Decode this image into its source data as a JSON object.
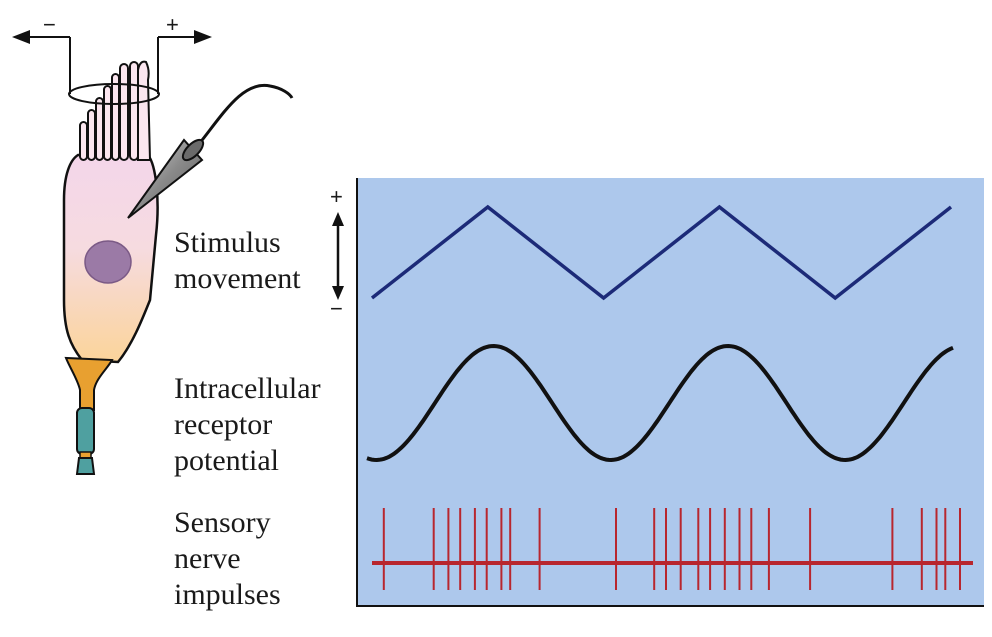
{
  "labels": {
    "stimulus": [
      "Stimulus",
      "movement"
    ],
    "receptor": [
      "Intracellular",
      "receptor",
      "potential"
    ],
    "impulses": [
      "Sensory",
      "nerve",
      "impulses"
    ]
  },
  "signs": {
    "minus": "−",
    "plus": "+"
  },
  "colors": {
    "panel_bg": "#adc8ec",
    "stimulus_trace": "#1c2a78",
    "receptor_trace": "#111111",
    "impulse_color": "#b8262e",
    "cell_body_top": "#f4d6ea",
    "cell_body_bottom": "#fbd49a",
    "nucleus": "#9b7aa6",
    "nerve_fiber": "#4fa0a0",
    "nerve_stem": "#e8a030"
  },
  "stimulus_waveform": {
    "shape": "triangle",
    "vertices": [
      [
        0,
        0
      ],
      [
        1,
        1
      ],
      [
        2,
        0
      ],
      [
        3,
        1
      ],
      [
        4,
        0
      ],
      [
        5,
        1
      ]
    ]
  },
  "receptor_waveform": {
    "shape": "sinusoid",
    "cycles": 2.5
  },
  "impulse_train": {
    "spike_times": [
      0.02,
      0.105,
      0.13,
      0.15,
      0.175,
      0.195,
      0.22,
      0.235,
      0.285,
      0.415,
      0.48,
      0.5,
      0.525,
      0.555,
      0.575,
      0.6,
      0.625,
      0.645,
      0.675,
      0.745,
      0.885,
      0.935,
      0.96,
      0.975,
      1.0
    ]
  }
}
